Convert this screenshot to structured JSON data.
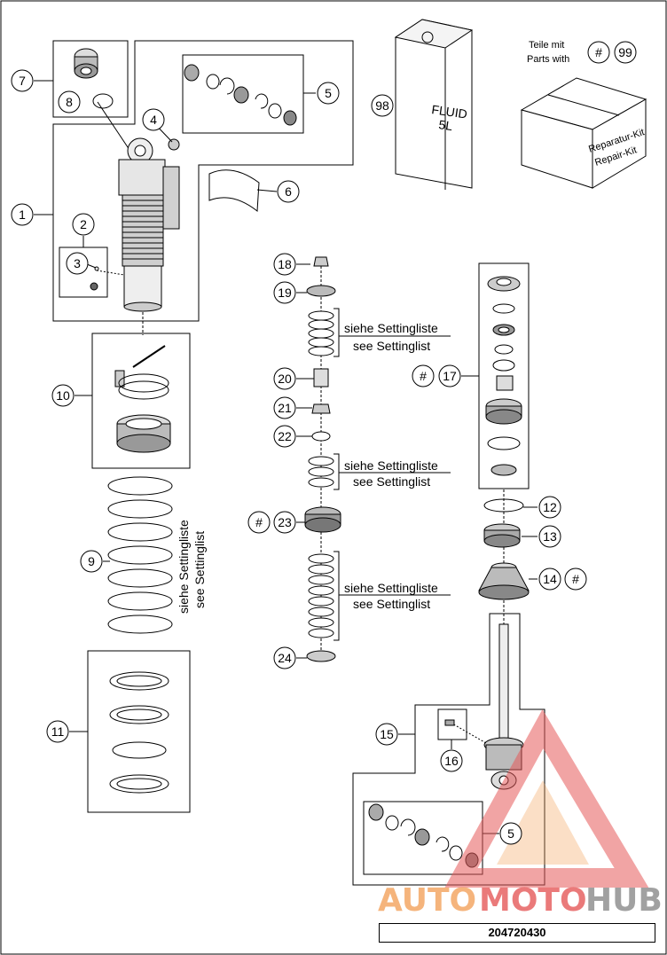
{
  "callouts": {
    "c1": "1",
    "c2": "2",
    "c3": "3",
    "c4": "4",
    "c5": "5",
    "c5b": "5",
    "c6": "6",
    "c7": "7",
    "c8": "8",
    "c9": "9",
    "c10": "10",
    "c11": "11",
    "c12": "12",
    "c13": "13",
    "c14": "14",
    "c15": "15",
    "c16": "16",
    "c17": "17",
    "c18": "18",
    "c19": "19",
    "c20": "20",
    "c21": "21",
    "c22": "22",
    "c23": "23",
    "c24": "24",
    "c98": "98",
    "c99": "99",
    "hash": "#"
  },
  "notes": {
    "parts_with_de": "Teile mit",
    "parts_with_en": "Parts with",
    "setting_de": "siehe Settingliste",
    "setting_en": "see Settinglist",
    "fluid": "FLUID",
    "fluid_vol": "5L",
    "kit_de": "Reparatur-Kit",
    "kit_en": "Repair-Kit"
  },
  "watermark": {
    "part1": "AUTO",
    "part2": "MOTO",
    "part3": "HUB"
  },
  "diagram_id": "204720430",
  "colors": {
    "watermark_orange": "#f3a25c",
    "watermark_red": "#e65a5a",
    "watermark_gray": "#8a8a8a"
  }
}
